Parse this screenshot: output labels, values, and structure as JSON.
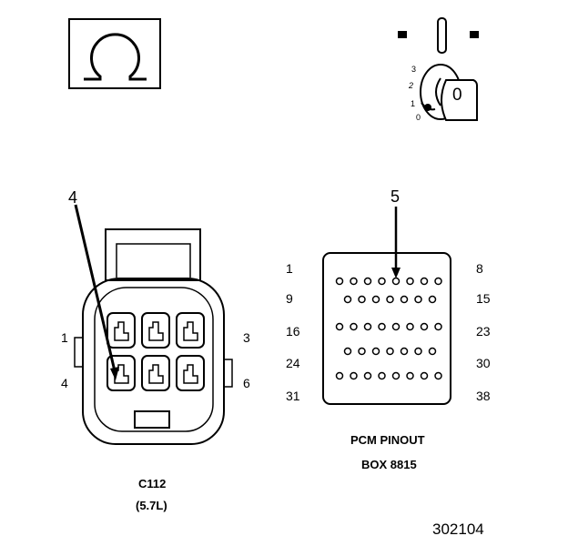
{
  "meter_icon": {
    "symbol": "Ω"
  },
  "ignition": {
    "positions": [
      "3",
      "2",
      "1",
      "0"
    ],
    "key_label": "0"
  },
  "connector_c112": {
    "callout": "4",
    "left_labels": [
      "1",
      "4"
    ],
    "right_labels": [
      "3",
      "6"
    ],
    "name": "C112",
    "sub": "(5.7L)"
  },
  "pcm": {
    "callout": "5",
    "row_labels_left": [
      "1",
      "9",
      "16",
      "24",
      "31"
    ],
    "row_labels_right": [
      "8",
      "15",
      "23",
      "30",
      "38"
    ],
    "rows": [
      8,
      7,
      8,
      7,
      8
    ],
    "title": "PCM PINOUT",
    "subtitle": "BOX 8815"
  },
  "figure_number": "302104"
}
